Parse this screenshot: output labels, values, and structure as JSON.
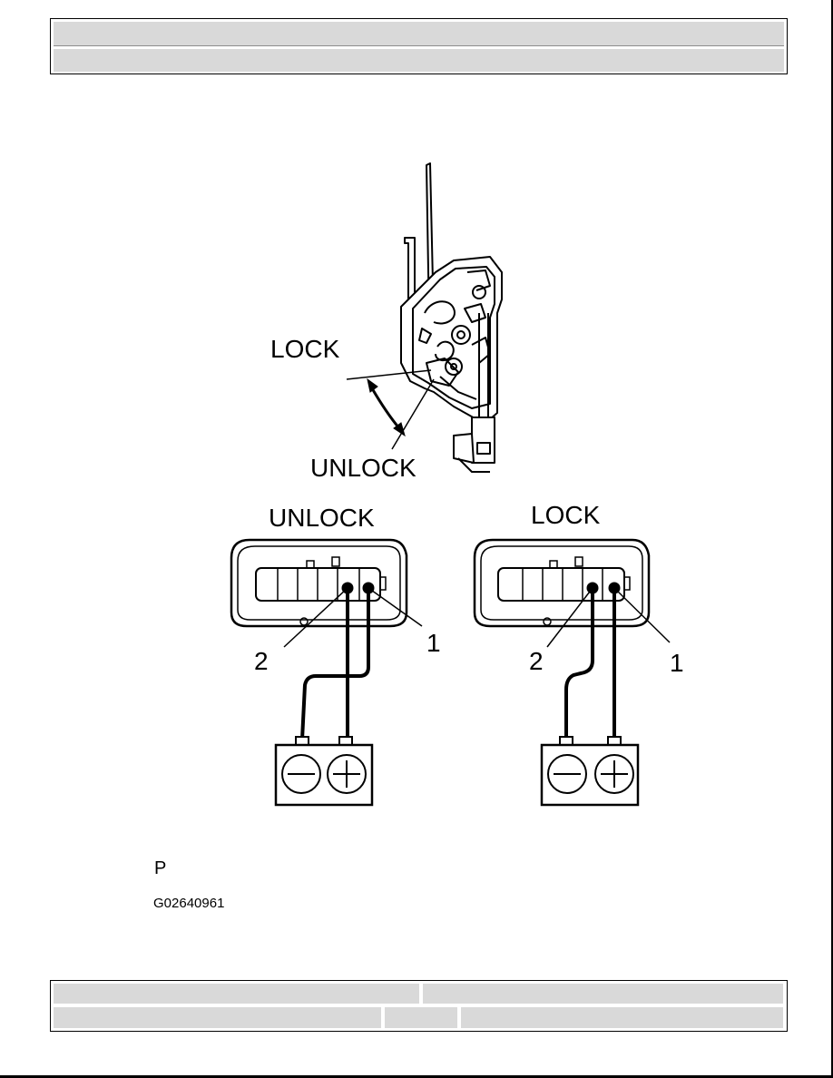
{
  "diagram": {
    "top_labels": {
      "lock": "LOCK",
      "unlock": "UNLOCK"
    },
    "left_connector": {
      "title": "UNLOCK",
      "pin_a": "2",
      "pin_b": "1"
    },
    "right_connector": {
      "title": "LOCK",
      "pin_a": "2",
      "pin_b": "1"
    }
  },
  "caption": {
    "marker": "P",
    "figure_id": "G02640961"
  }
}
